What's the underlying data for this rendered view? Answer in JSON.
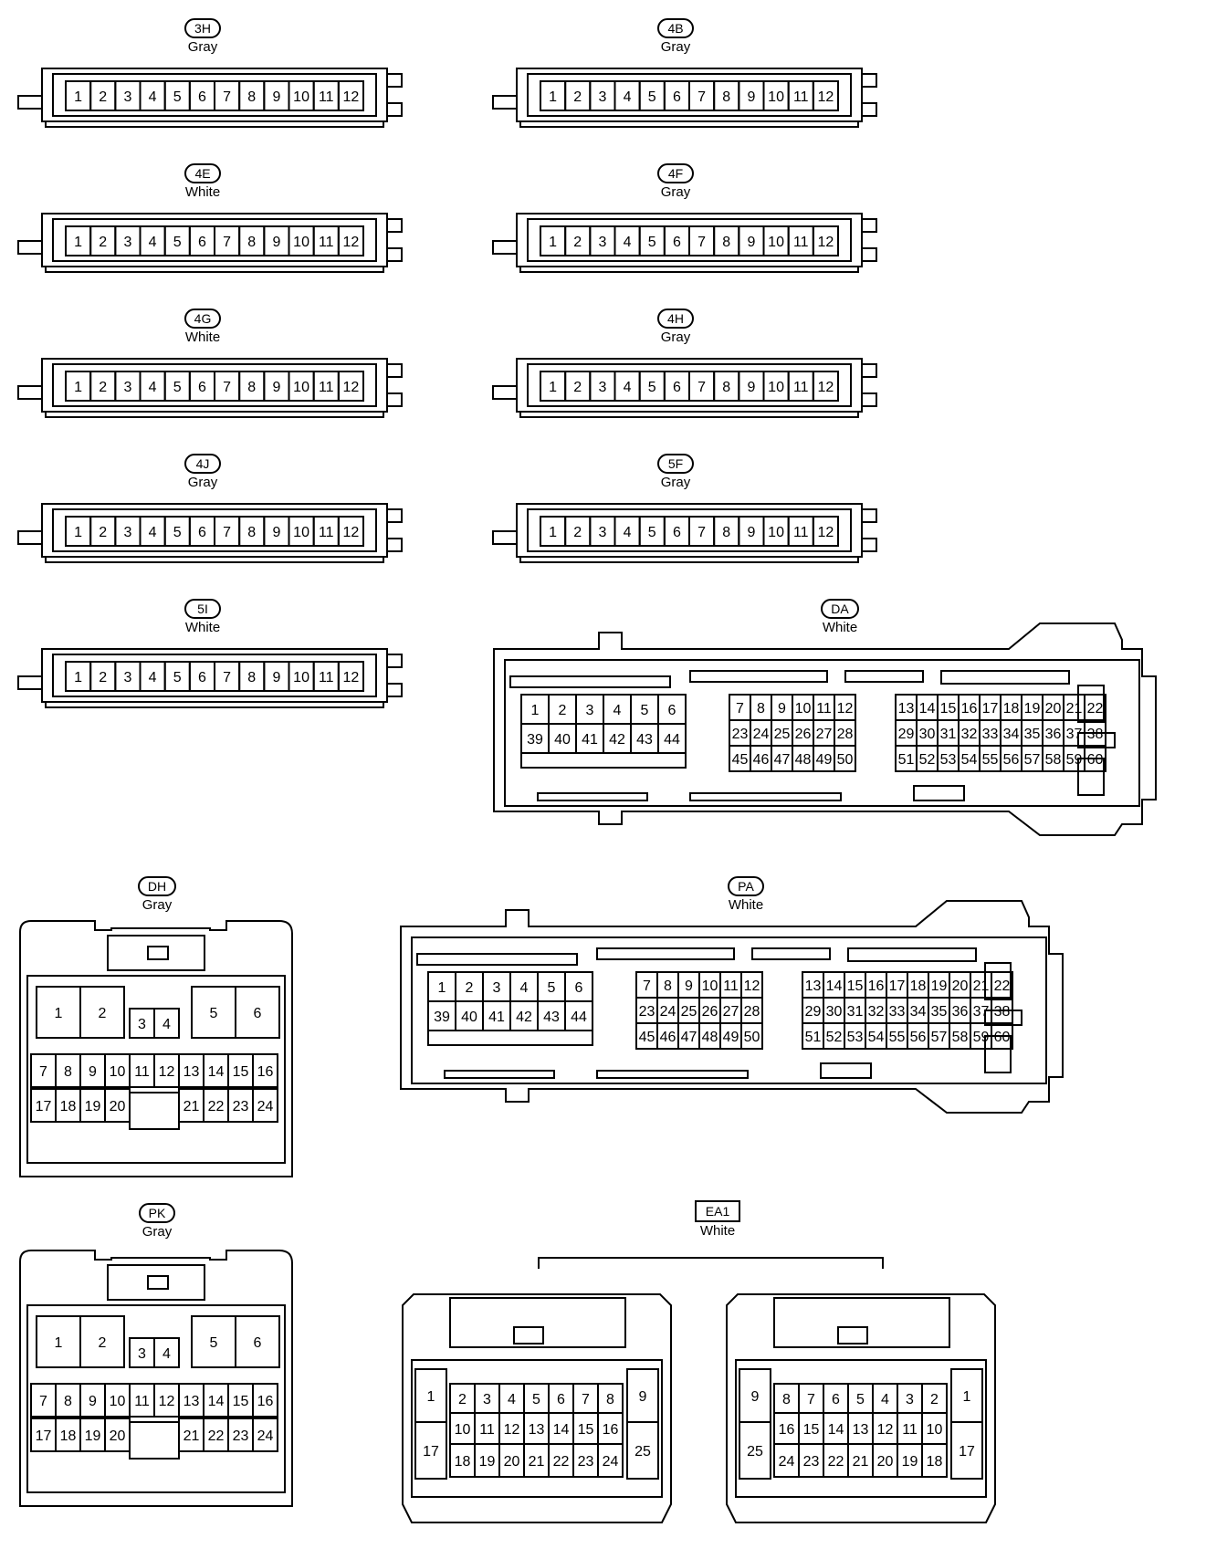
{
  "connectors": [
    {
      "id": "3H",
      "color": "Gray",
      "pins": [
        "1",
        "2",
        "3",
        "4",
        "5",
        "6",
        "7",
        "8",
        "9",
        "10",
        "11",
        "12"
      ]
    },
    {
      "id": "4B",
      "color": "Gray",
      "pins": [
        "1",
        "2",
        "3",
        "4",
        "5",
        "6",
        "7",
        "8",
        "9",
        "10",
        "11",
        "12"
      ]
    },
    {
      "id": "4E",
      "color": "White",
      "pins": [
        "1",
        "2",
        "3",
        "4",
        "5",
        "6",
        "7",
        "8",
        "9",
        "10",
        "11",
        "12"
      ]
    },
    {
      "id": "4F",
      "color": "Gray",
      "pins": [
        "1",
        "2",
        "3",
        "4",
        "5",
        "6",
        "7",
        "8",
        "9",
        "10",
        "11",
        "12"
      ]
    },
    {
      "id": "4G",
      "color": "White",
      "pins": [
        "1",
        "2",
        "3",
        "4",
        "5",
        "6",
        "7",
        "8",
        "9",
        "10",
        "11",
        "12"
      ]
    },
    {
      "id": "4H",
      "color": "Gray",
      "pins": [
        "1",
        "2",
        "3",
        "4",
        "5",
        "6",
        "7",
        "8",
        "9",
        "10",
        "11",
        "12"
      ]
    },
    {
      "id": "4J",
      "color": "Gray",
      "pins": [
        "1",
        "2",
        "3",
        "4",
        "5",
        "6",
        "7",
        "8",
        "9",
        "10",
        "11",
        "12"
      ]
    },
    {
      "id": "5F",
      "color": "Gray",
      "pins": [
        "1",
        "2",
        "3",
        "4",
        "5",
        "6",
        "7",
        "8",
        "9",
        "10",
        "11",
        "12"
      ]
    },
    {
      "id": "5I",
      "color": "White",
      "pins": [
        "1",
        "2",
        "3",
        "4",
        "5",
        "6",
        "7",
        "8",
        "9",
        "10",
        "11",
        "12"
      ]
    },
    {
      "id": "DA",
      "color": "White"
    },
    {
      "id": "DH",
      "color": "Gray"
    },
    {
      "id": "PA",
      "color": "White"
    },
    {
      "id": "PK",
      "color": "Gray"
    },
    {
      "id": "EA1",
      "color": "White"
    }
  ],
  "large60_pins": {
    "block_a": [
      [
        "1",
        "2",
        "3",
        "4",
        "5",
        "6"
      ],
      [
        "39",
        "40",
        "41",
        "42",
        "43",
        "44"
      ]
    ],
    "block_b": [
      [
        "7",
        "8",
        "9",
        "10",
        "11",
        "12"
      ],
      [
        "23",
        "24",
        "25",
        "26",
        "27",
        "28"
      ],
      [
        "45",
        "46",
        "47",
        "48",
        "49",
        "50"
      ]
    ],
    "block_c": [
      [
        "13",
        "14",
        "15",
        "16",
        "17",
        "18",
        "19",
        "20",
        "21",
        "22"
      ],
      [
        "29",
        "30",
        "31",
        "32",
        "33",
        "34",
        "35",
        "36",
        "37",
        "38"
      ],
      [
        "51",
        "52",
        "53",
        "54",
        "55",
        "56",
        "57",
        "58",
        "59",
        "60"
      ]
    ]
  },
  "pins24": {
    "big": [
      "1",
      "2",
      "5",
      "6"
    ],
    "mid": [
      "3",
      "4"
    ],
    "row1": [
      "7",
      "8",
      "9",
      "10",
      "11",
      "12",
      "13",
      "14",
      "15",
      "16"
    ],
    "row2_left": [
      "17",
      "18",
      "19",
      "20"
    ],
    "row2_right": [
      "21",
      "22",
      "23",
      "24"
    ]
  },
  "ea1": {
    "left": {
      "col_left": [
        "1",
        "17"
      ],
      "col_right": [
        "9",
        "25"
      ],
      "row1": [
        "2",
        "3",
        "4",
        "5",
        "6",
        "7",
        "8"
      ],
      "row2": [
        "10",
        "11",
        "12",
        "13",
        "14",
        "15",
        "16"
      ],
      "row3": [
        "18",
        "19",
        "20",
        "21",
        "22",
        "23",
        "24"
      ]
    },
    "right": {
      "col_left": [
        "9",
        "25"
      ],
      "col_right": [
        "1",
        "17"
      ],
      "row1": [
        "8",
        "7",
        "6",
        "5",
        "4",
        "3",
        "2"
      ],
      "row2": [
        "16",
        "15",
        "14",
        "13",
        "12",
        "11",
        "10"
      ],
      "row3": [
        "24",
        "23",
        "22",
        "21",
        "20",
        "19",
        "18"
      ]
    }
  }
}
